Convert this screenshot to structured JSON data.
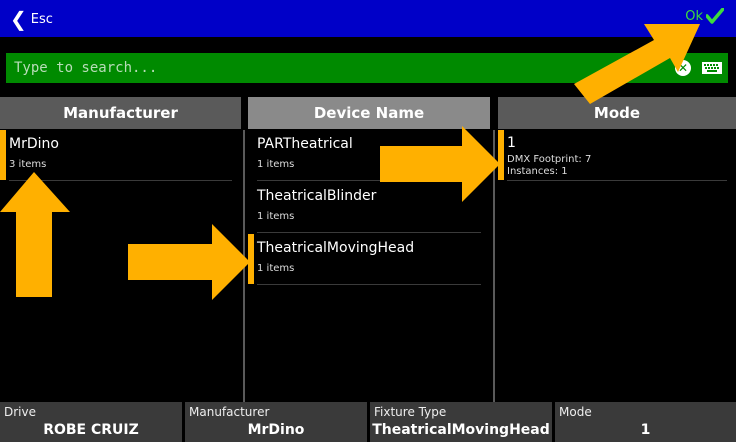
{
  "topbar": {
    "esc_label": "Esc",
    "ok_label": "Ok",
    "bg_color": "#0000c8",
    "ok_color": "#3ddc3d"
  },
  "search": {
    "placeholder": "Type to search...",
    "value": "",
    "icons": [
      "clear-icon",
      "keyboard-icon"
    ]
  },
  "columns": {
    "manufacturer": {
      "title": "Manufacturer",
      "items": [
        {
          "name": "MrDino",
          "sub": "3 items",
          "selected": true
        }
      ]
    },
    "device": {
      "title": "Device Name",
      "items": [
        {
          "name": "PARTheatrical",
          "sub": "1 items",
          "selected": false
        },
        {
          "name": "TheatricalBlinder",
          "sub": "1 items",
          "selected": false
        },
        {
          "name": "TheatricalMovingHead",
          "sub": "1 items",
          "selected": true
        }
      ]
    },
    "mode": {
      "title": "Mode",
      "items": [
        {
          "name": "1",
          "line1": "DMX Footprint: 7",
          "line2": "Instances: 1",
          "selected": true
        }
      ]
    }
  },
  "bottom": [
    {
      "caption": "Drive",
      "value": "ROBE CRUIZ"
    },
    {
      "caption": "Manufacturer",
      "value": "MrDino"
    },
    {
      "caption": "Fixture Type",
      "value": "TheatricalMovingHead"
    },
    {
      "caption": "Mode",
      "value": "1"
    }
  ],
  "colors": {
    "selection": "#ffb000",
    "header_active": "#8a8a8a",
    "header_inactive": "#5a5a5a",
    "search_bg": "#008a00",
    "annotation_arrow": "#ffb000"
  }
}
